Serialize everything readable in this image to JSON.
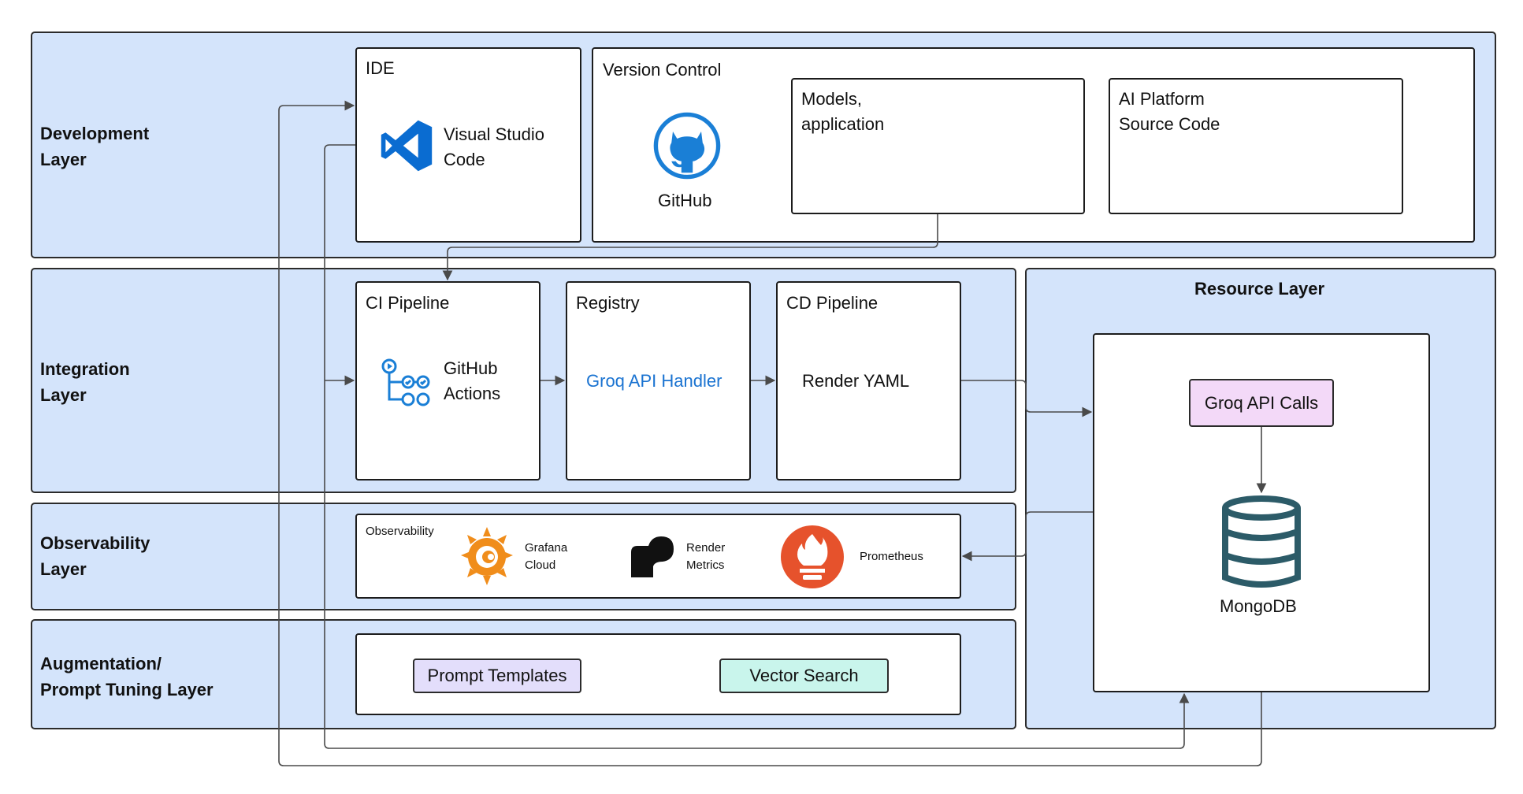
{
  "layers": {
    "development": "Development\nLayer",
    "integration": "Integration\nLayer",
    "observability": "Observability\nLayer",
    "augmentation": "Augmentation/\nPrompt Tuning Layer",
    "resource": "Resource Layer"
  },
  "ide": {
    "title": "IDE",
    "tool": "Visual Studio\nCode"
  },
  "version_control": {
    "title": "Version Control",
    "github": "GitHub",
    "models": "Models,\napplication",
    "platform": "AI Platform\nSource Code"
  },
  "ci": {
    "title": "CI Pipeline",
    "tool": "GitHub\nActions"
  },
  "registry": {
    "title": "Registry",
    "tool": "Groq API Handler"
  },
  "cd": {
    "title": "CD Pipeline",
    "tool": "Render YAML"
  },
  "observability": {
    "title": "Observability",
    "grafana": "Grafana\nCloud",
    "render": "Render\nMetrics",
    "prometheus": "Prometheus"
  },
  "augmentation": {
    "prompt_templates": "Prompt Templates",
    "vector_search": "Vector Search"
  },
  "resource": {
    "groq_calls": "Groq API Calls",
    "mongodb": "MongoDB"
  },
  "colors": {
    "layer_fill": "#d4e4fb",
    "vscode_blue": "#0a6cd1",
    "github_blue": "#1a7fd6",
    "registry_text": "#1a73d1",
    "grafana_orange": "#f08d1b",
    "prometheus_orange": "#e6522c",
    "prompt_templates_fill": "#e3defb",
    "vector_search_fill": "#c9f5ec",
    "groq_calls_fill": "#f3d9f8",
    "mongodb_teal": "#2c5b68"
  }
}
